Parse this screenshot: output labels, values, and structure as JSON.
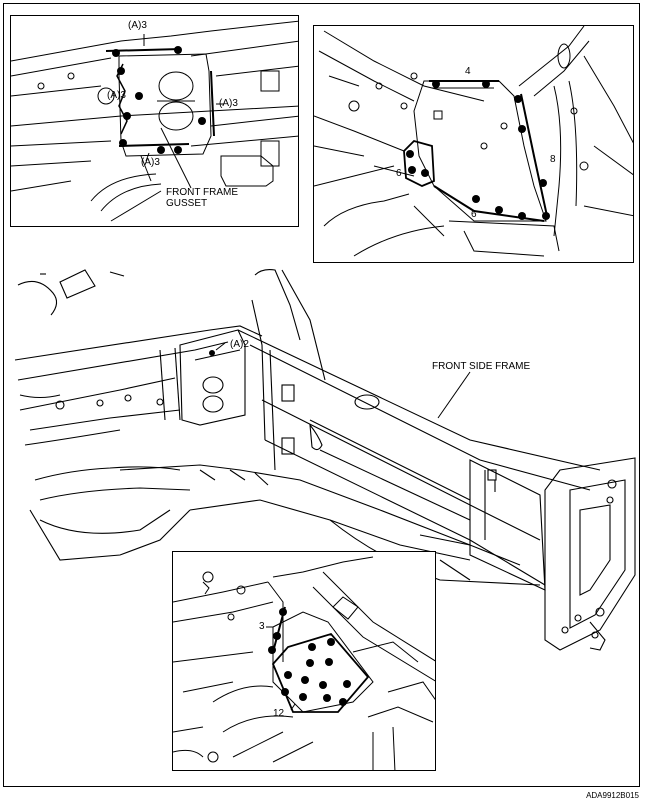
{
  "figure_code": "ADA9912B015",
  "main": {
    "front_side_frame": "FRONT SIDE FRAME",
    "weld_count": "(A)2"
  },
  "inset_top_left": {
    "label_top": "(A)3",
    "label_left": "(A)3",
    "label_right": "(A)3",
    "label_bottom": "(A)3",
    "part_line1": "FRONT FRAME",
    "part_line2": "GUSSET"
  },
  "inset_top_right": {
    "count_top": "4",
    "count_left": "6",
    "count_right": "8",
    "count_bottom": "6"
  },
  "inset_bottom": {
    "count_left": "3",
    "count_bottom": "12"
  },
  "colors": {
    "line": "#000000",
    "background": "#ffffff"
  }
}
